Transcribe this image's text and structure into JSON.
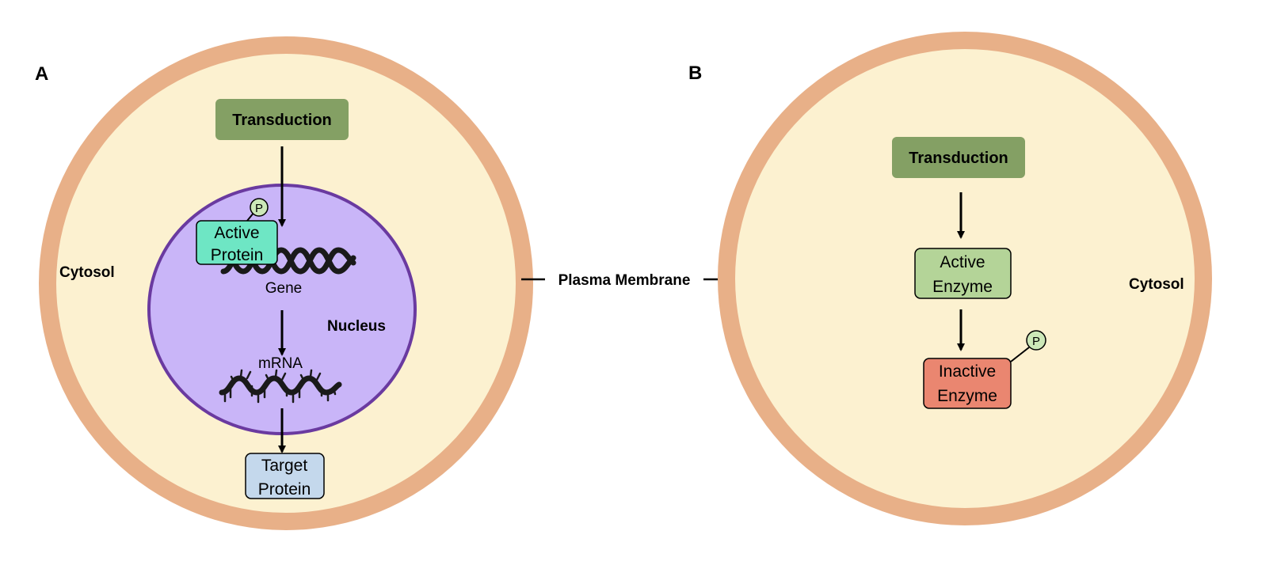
{
  "panel_a": {
    "label": "A",
    "transduction": "Transduction",
    "active_protein_line1": "Active",
    "active_protein_line2": "Protein",
    "phospho": "P",
    "gene": "Gene",
    "nucleus": "Nucleus",
    "mrna": "mRNA",
    "target_protein_line1": "Target",
    "target_protein_line2": "Protein",
    "cytosol": "Cytosol"
  },
  "membrane_label": "Plasma Membrane",
  "panel_b": {
    "label": "B",
    "transduction": "Transduction",
    "active_enzyme_line1": "Active",
    "active_enzyme_line2": "Enzyme",
    "inactive_enzyme_line1": "Inactive",
    "inactive_enzyme_line2": "Enzyme",
    "phospho": "P",
    "cytosol": "Cytosol"
  },
  "colors": {
    "membrane": "#e8b088",
    "cytosol": "#fcf1d0",
    "nucleus_fill": "#c9b5f8",
    "nucleus_stroke": "#6a3aa0",
    "transduction": "#84a064",
    "active_protein": "#6ee6c4",
    "target_protein": "#c4d8ec",
    "active_enzyme": "#b4d498",
    "inactive_enzyme": "#ea8670",
    "phospho": "#cce8b8"
  }
}
